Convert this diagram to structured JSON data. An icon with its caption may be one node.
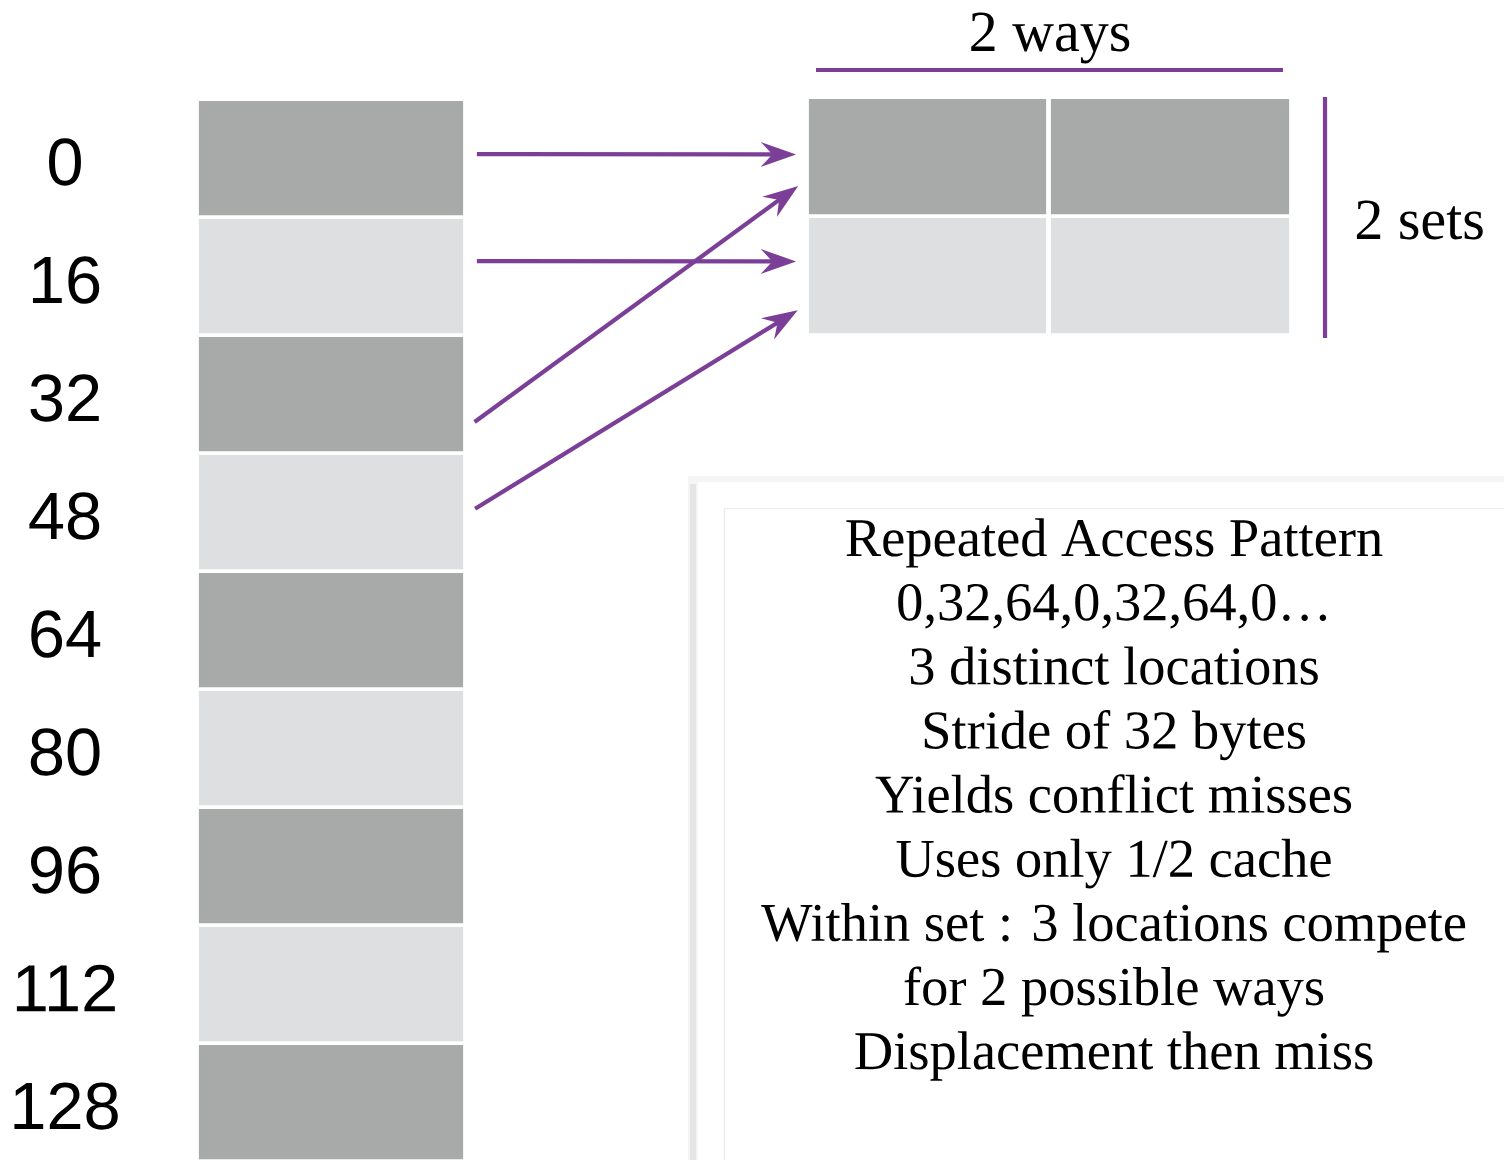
{
  "diagram": {
    "nodes": [
      {
        "text": [],
        "shape": "box",
        "beside": [
          "0"
        ]
      },
      {
        "text": [],
        "shape": "box",
        "beside": [
          "16"
        ]
      },
      {
        "text": [],
        "shape": "box",
        "beside": [
          "32"
        ]
      },
      {
        "text": [],
        "shape": "box",
        "beside": [
          "48"
        ]
      },
      {
        "text": [],
        "shape": "box",
        "beside": [
          "64"
        ]
      },
      {
        "text": [],
        "shape": "box",
        "beside": [
          "80"
        ]
      },
      {
        "text": [],
        "shape": "box",
        "beside": [
          "96"
        ]
      },
      {
        "text": [],
        "shape": "box",
        "beside": [
          "112"
        ]
      },
      {
        "text": [],
        "shape": "box",
        "beside": [
          "128"
        ]
      },
      {
        "text": [],
        "shape": "box"
      },
      {
        "text": [],
        "shape": "box"
      },
      {
        "text": [],
        "shape": "box"
      },
      {
        "text": [],
        "shape": "box"
      },
      {
        "text": [
          "Repeated Access Pattern",
          "0,32,64,0,32,64,0…",
          "3 distinct locations",
          "Stride of 32 bytes",
          "Yields conflict misses",
          "Uses only 1/2 cache",
          "Within set : 3 locations compete",
          "for 2 possible ways",
          "Displacement then miss"
        ]
      }
    ],
    "edges": [
      {
        "from": 0,
        "to": 9,
        "arrow": "to"
      },
      {
        "from": 1,
        "to": 11,
        "arrow": "to"
      },
      {
        "from": 2,
        "to": 9,
        "arrow": "to"
      },
      {
        "from": 3,
        "to": 11,
        "arrow": "to"
      }
    ],
    "labels": [
      "2 ways",
      "2 sets"
    ]
  }
}
